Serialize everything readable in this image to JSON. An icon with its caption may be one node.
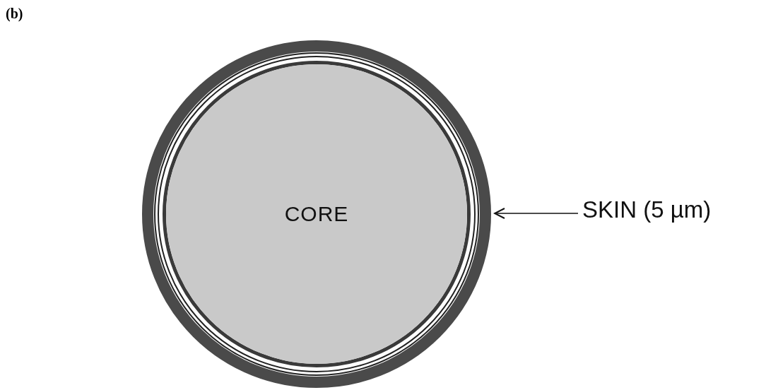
{
  "diagram": {
    "nodes": [
      {
        "text": [],
        "shape": "circle"
      },
      {
        "text": [
          "CORE"
        ],
        "in": 0
      },
      {
        "text": [
          "SKIN (5 µm)"
        ]
      }
    ],
    "edges": [
      {
        "from": 2,
        "to": 0,
        "arrow": "to"
      }
    ],
    "labels": [
      "(b)"
    ]
  }
}
